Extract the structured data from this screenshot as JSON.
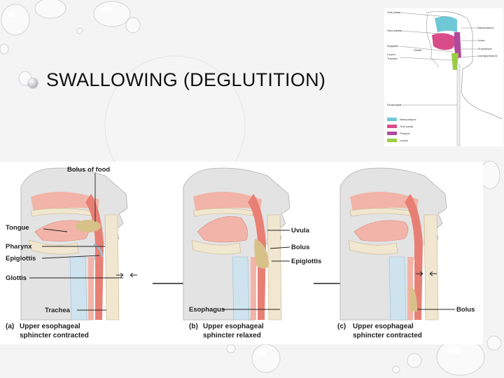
{
  "title": "SWALLOWING (DEGLUTITION)",
  "inset": {
    "labels_left": [
      "Soft palate",
      "Hard palate",
      "Epiglottis",
      "Larynx",
      "Trachea",
      "Esophagus"
    ],
    "labels_right": [
      "Nasopharynx",
      "Uvula",
      "Oropharynx",
      "Laryngopharynx"
    ],
    "label_center": "Glottis",
    "legend": [
      {
        "label": "Nasopharynx",
        "color": "#6fc8d6"
      },
      {
        "label": "Oral cavity",
        "color": "#d94c8a"
      },
      {
        "label": "Pharynx",
        "color": "#b04a9a"
      },
      {
        "label": "Larynx",
        "color": "#9acd45"
      }
    ]
  },
  "panels": {
    "a": {
      "letter": "(a)",
      "caption_line1": "Upper esophageal",
      "caption_line2": "sphincter contracted",
      "labels": {
        "bolus_of_food": "Bolus of food",
        "tongue": "Tongue",
        "pharynx": "Pharynx",
        "epiglottis": "Epiglottis",
        "glottis": "Glottis",
        "trachea": "Trachea"
      }
    },
    "b": {
      "letter": "(b)",
      "caption_line1": "Upper esophageal",
      "caption_line2": "sphincter relaxed",
      "labels": {
        "uvula": "Uvula",
        "bolus": "Bolus",
        "epiglottis": "Epiglottis",
        "esophagus": "Esophagus"
      }
    },
    "c": {
      "letter": "(c)",
      "caption_line1": "Upper esophageal",
      "caption_line2": "sphincter contracted",
      "labels": {
        "bolus": "Bolus"
      }
    }
  },
  "colors": {
    "tissue_pink": "#f2b4a8",
    "tissue_red": "#e87f74",
    "bone": "#f1e6cf",
    "cartilage": "#cfe3ee",
    "bolus": "#d8c089",
    "skin": "#d9d9d9"
  }
}
